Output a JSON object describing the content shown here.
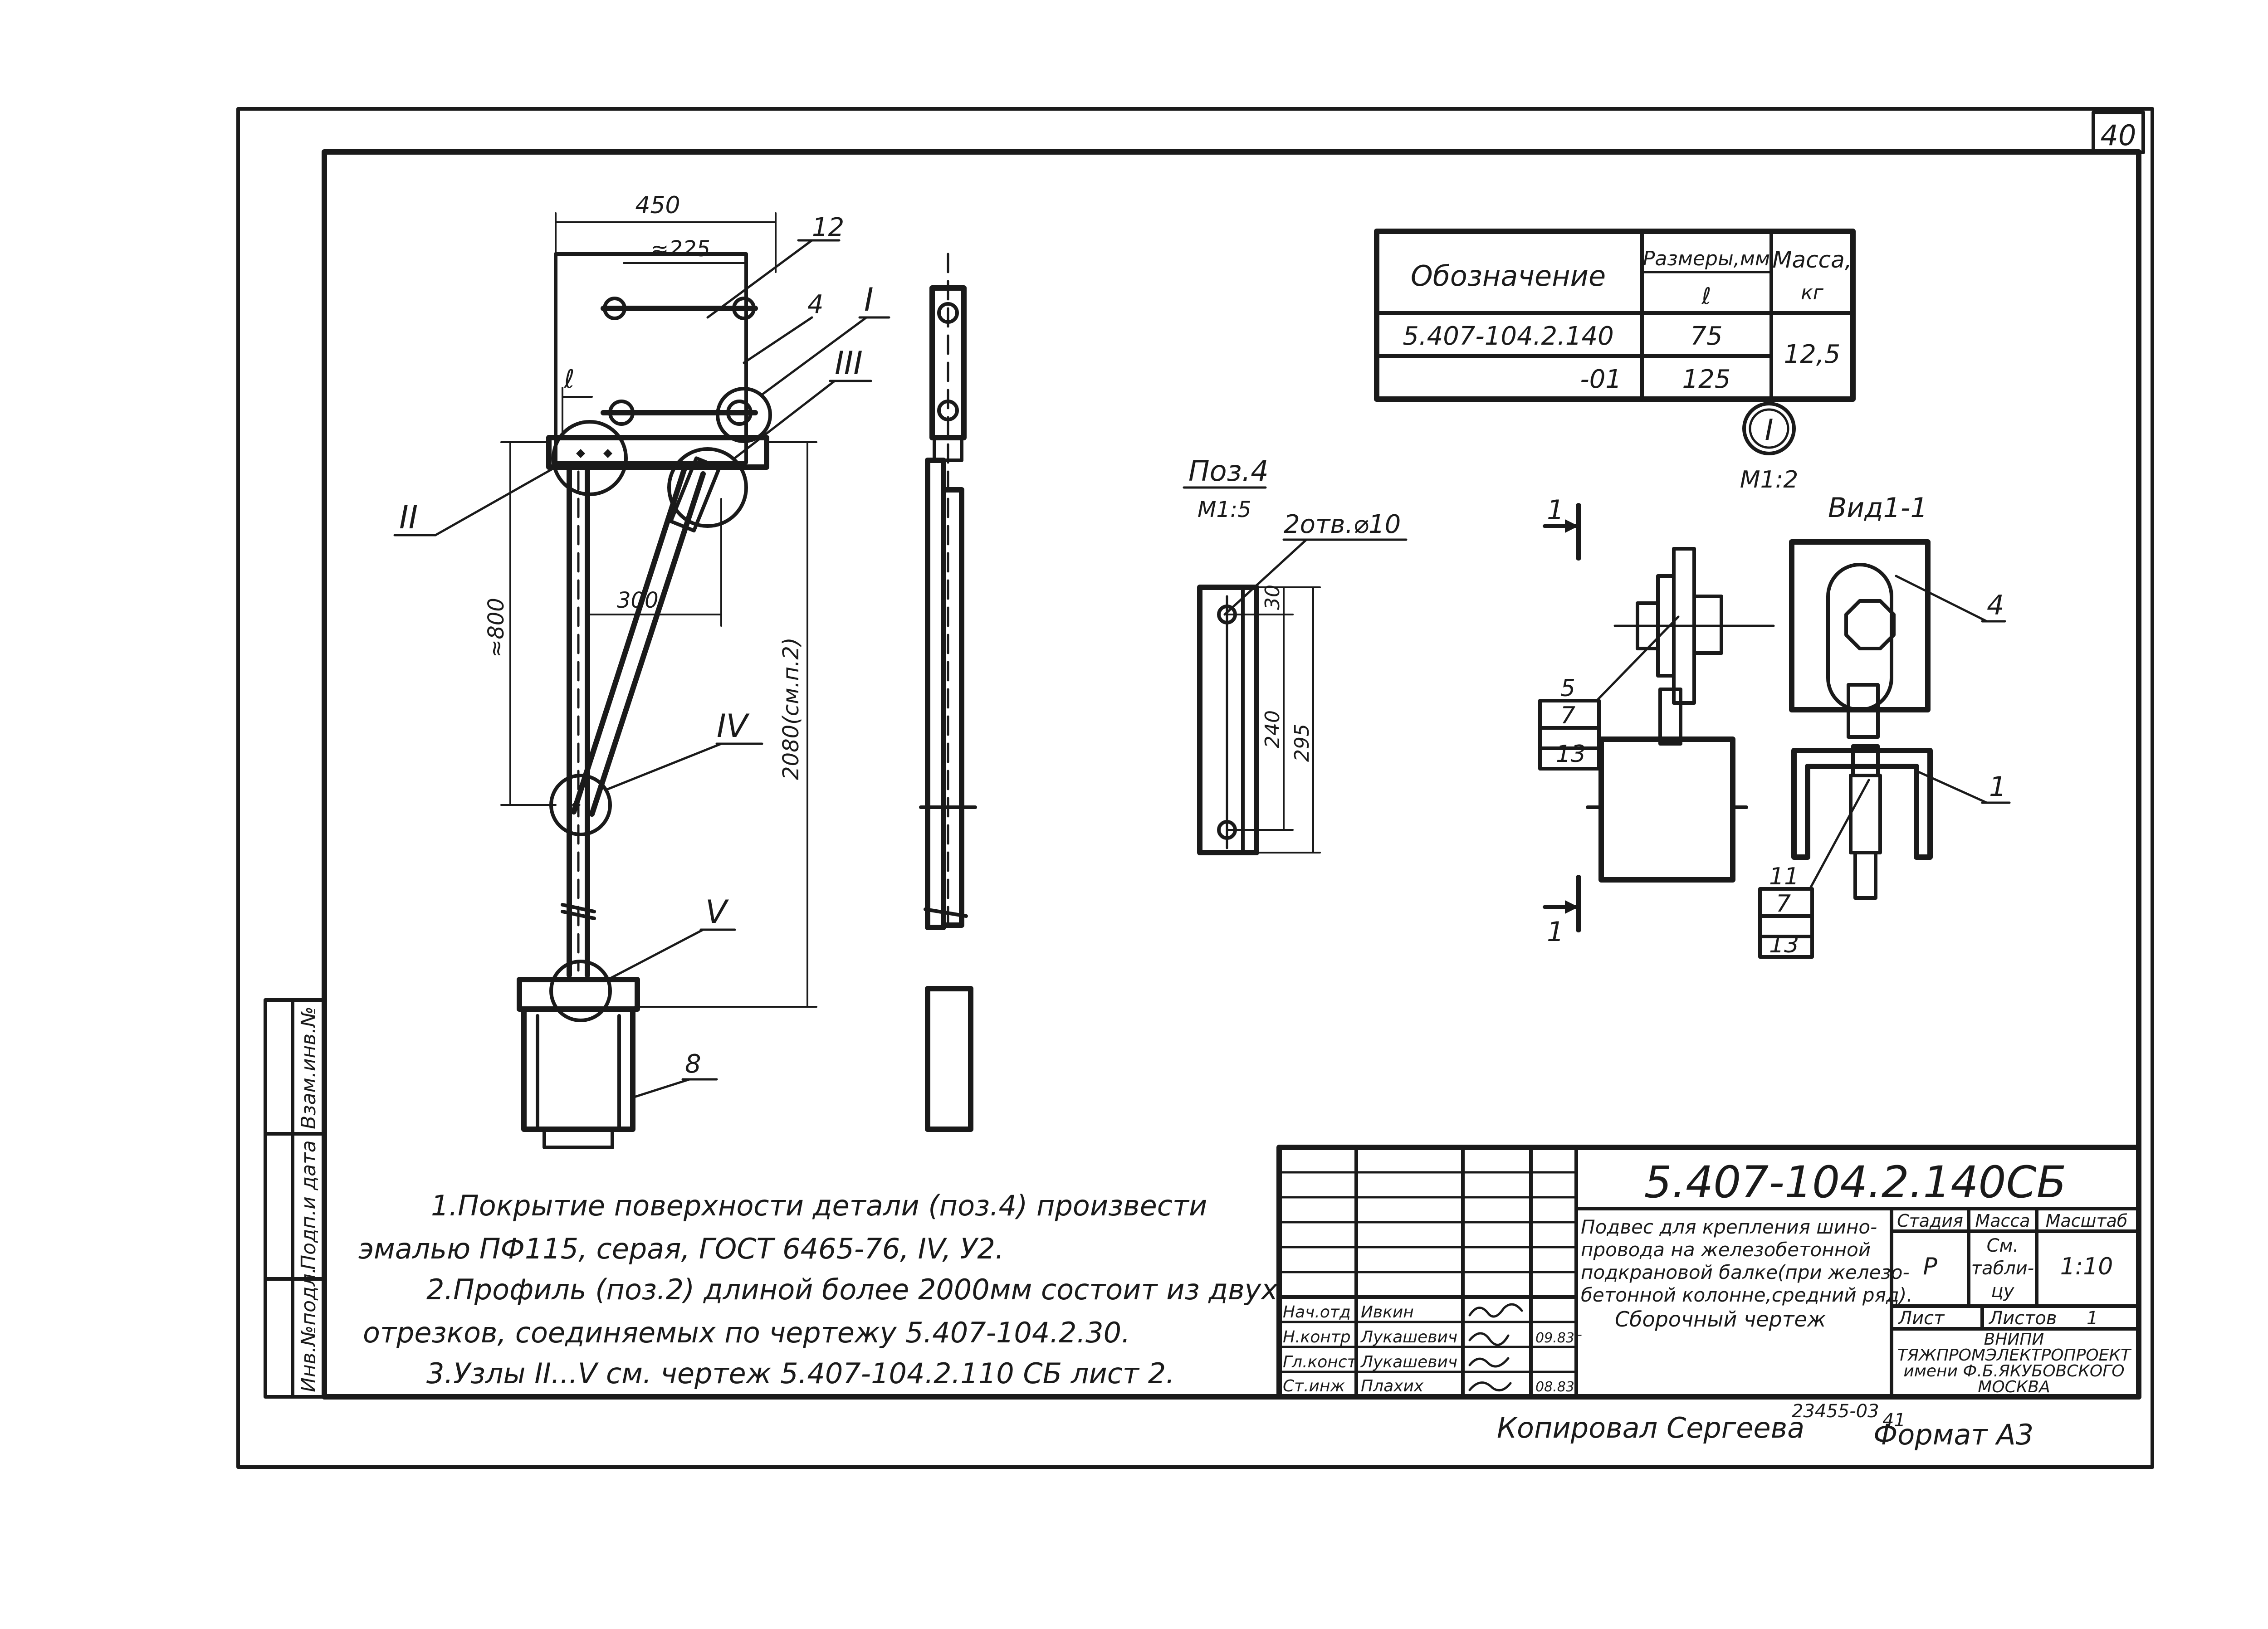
{
  "sheet_number": "40",
  "drawing_code": "5.407-104.2.140СБ",
  "title_block": {
    "description_lines": [
      "Подвес для крепления шино-",
      "провода на железобетонной",
      "подкрановой балке(при железо-",
      "бетонной колонне,средний ряд)."
    ],
    "drawing_type": "Сборочный чертеж",
    "stage_label": "Стадия",
    "mass_label": "Масса",
    "scale_label": "Масштаб",
    "stage_value": "Р",
    "mass_value_lines": [
      "См.",
      "табли-",
      "цу"
    ],
    "scale_value": "1:10",
    "sheet_label": "Лист",
    "sheets_label": "Листов",
    "sheets_value": "1",
    "org_lines": [
      "ВНИПИ",
      "ТЯЖПРОМЭЛЕКТРОПРОЕКТ",
      "имени Ф.Б.ЯКУБОВСКОГО",
      "МОСКВА"
    ],
    "signatures": [
      {
        "role": "Нач.отд",
        "name": "Ивкин",
        "date": ""
      },
      {
        "role": "Н.контр",
        "name": "Лукашевич",
        "date": "09.83г"
      },
      {
        "role": "Гл.конст",
        "name": "Лукашевич",
        "date": ""
      },
      {
        "role": "Ст.инж",
        "name": "Плахих",
        "date": "08.83"
      }
    ]
  },
  "side_stamps": [
    "Инв.№подл.",
    "Подп.и дата",
    "Взам.инв.№"
  ],
  "table": {
    "header_designation": "Обозначение",
    "header_size_line1": "Размеры,мм",
    "header_size_line2": "ℓ",
    "header_mass_line1": "Масса,",
    "header_mass_line2": "кг",
    "rows": [
      {
        "designation": "5.407-104.2.140",
        "size": "75"
      },
      {
        "designation": "-01",
        "size": "125"
      }
    ],
    "mass": "12,5"
  },
  "node_I_label": "I",
  "node_I_scale": "М1:2",
  "view_label": "Вид1-1",
  "view_section_marks": [
    "1",
    "1"
  ],
  "view_callouts": {
    "part4": "4",
    "part1": "1"
  },
  "stack_left": [
    "5",
    "7",
    "13"
  ],
  "stack_bottom": [
    "11",
    "7",
    "13"
  ],
  "pos4": {
    "label": "Поз.4",
    "scale": "М1:5",
    "hole": "2отв.⌀10",
    "dims": [
      "30",
      "240",
      "295"
    ]
  },
  "main_view": {
    "dims": [
      "450",
      "≈225",
      "ℓ",
      "300",
      "≈800",
      "2080(см.п.2)"
    ],
    "callouts": [
      "12",
      "4",
      "I",
      "III",
      "II",
      "IV",
      "V",
      "8"
    ]
  },
  "notes": [
    "1.Покрытие поверхности детали (поз.4) произвести",
    "эмалью ПФ115, серая, ГОСТ 6465-76, IV, У2.",
    "2.Профиль (поз.2) длиной более 2000мм состоит из двух",
    "отрезков, соединяемых по чертежу 5.407-104.2.30.",
    "3.Узлы II...V см. чертеж 5.407-104.2.110 СБ лист 2."
  ],
  "footer": {
    "copied": "Копировал Сергеева",
    "order_number": "23455-03",
    "order_sheet": "41",
    "format": "Формат А3"
  }
}
